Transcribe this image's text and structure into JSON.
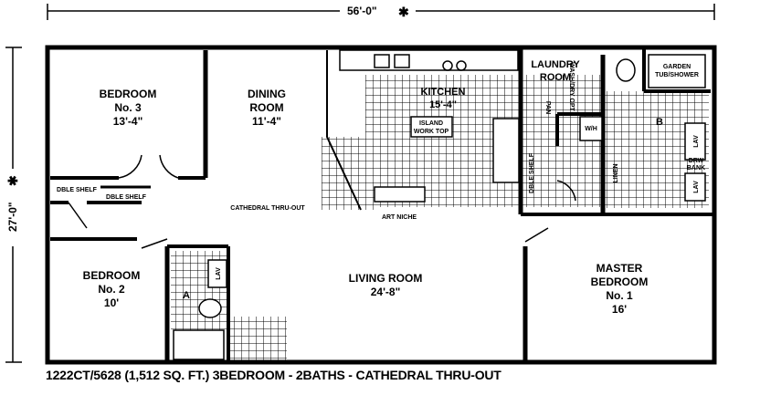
{
  "dimensions": {
    "width": "56'-0\"",
    "depth": "27'-0\""
  },
  "rooms": {
    "bedroom3": {
      "name": "BEDROOM",
      "no": "No. 3",
      "size": "13'-4\""
    },
    "dining": {
      "name": "DINING",
      "name2": "ROOM",
      "size": "11'-4\""
    },
    "kitchen": {
      "name": "KITCHEN",
      "size": "15'-4\""
    },
    "laundry": {
      "name": "LAUNDRY",
      "name2": "ROOM"
    },
    "bedroom2": {
      "name": "BEDROOM",
      "no": "No. 2",
      "size": "10'"
    },
    "living": {
      "name": "LIVING ROOM",
      "size": "24'-8\""
    },
    "master": {
      "name": "MASTER",
      "name2": "BEDROOM",
      "no": "No. 1",
      "size": "16'"
    }
  },
  "labels": {
    "island": "ISLAND",
    "worktop": "WORK TOP",
    "garden1": "GARDEN",
    "garden2": "TUB/SHOWER",
    "cathedral": "CATHEDRAL THRU-OUT",
    "art_niche": "ART NICHE",
    "dble_shelf": "DBLE SHELF",
    "dble_shelf_v": "DBLE SHELF",
    "lav": "LAV",
    "drw": "DRW",
    "bank": "BANK",
    "washer_dryer": "WASH/DRY OPT",
    "wh": "W/H",
    "bath_a": "A",
    "bath_b": "B",
    "pan": "PAN",
    "linen": "LINEN"
  },
  "caption": "1222CT/5628 (1,512 SQ. FT.) 3BEDROOM - 2BATHS - CATHEDRAL THRU-OUT"
}
